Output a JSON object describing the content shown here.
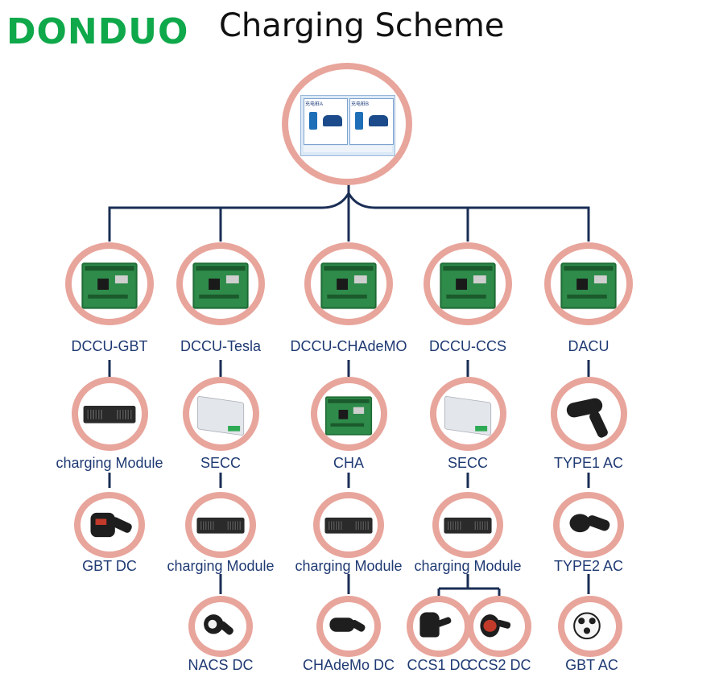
{
  "logo": "DONDUO",
  "title": "Charging Scheme",
  "root": {
    "screen_titles": [
      "充电桩A",
      "充电桩B"
    ]
  },
  "level1": [
    {
      "label": "DCCU-GBT",
      "icon": "pcb-board-icon"
    },
    {
      "label": "DCCU-Tesla",
      "icon": "pcb-board-icon"
    },
    {
      "label": "DCCU-CHAdeMO",
      "icon": "pcb-board-icon"
    },
    {
      "label": "DCCU-CCS",
      "icon": "pcb-board-icon"
    },
    {
      "label": "DACU",
      "icon": "pcb-board-icon"
    }
  ],
  "level2": [
    {
      "label": "charging Module",
      "icon": "charging-module-icon"
    },
    {
      "label": "SECC",
      "icon": "secc-box-icon"
    },
    {
      "label": "CHA",
      "icon": "pcb-board-icon"
    },
    {
      "label": "SECC",
      "icon": "secc-box-icon"
    },
    {
      "label": "TYPE1 AC",
      "icon": "type1-connector-icon"
    }
  ],
  "level3": [
    {
      "label": "GBT DC",
      "icon": "gbt-dc-connector-icon"
    },
    {
      "label": "charging Module",
      "icon": "charging-module-icon"
    },
    {
      "label": "charging Module",
      "icon": "charging-module-icon"
    },
    {
      "label": "charging Module",
      "icon": "charging-module-icon"
    },
    {
      "label": "TYPE2 AC",
      "icon": "type2-connector-icon"
    }
  ],
  "level4": [
    {
      "label": "NACS DC",
      "icon": "nacs-dc-connector-icon"
    },
    {
      "label": "CHAdeMo DC",
      "icon": "chademo-dc-connector-icon"
    },
    {
      "label": "CCS1 DC",
      "icon": "ccs1-dc-connector-icon"
    },
    {
      "label": "CCS2 DC",
      "icon": "ccs2-dc-connector-icon"
    },
    {
      "label": "GBT AC",
      "icon": "gbt-ac-connector-icon"
    }
  ],
  "colors": {
    "line": "#1a2e55",
    "ring": "#e8a59c",
    "label": "#1f3a73",
    "logo": "#0fa84a",
    "pcb": "#2e8b4a"
  }
}
